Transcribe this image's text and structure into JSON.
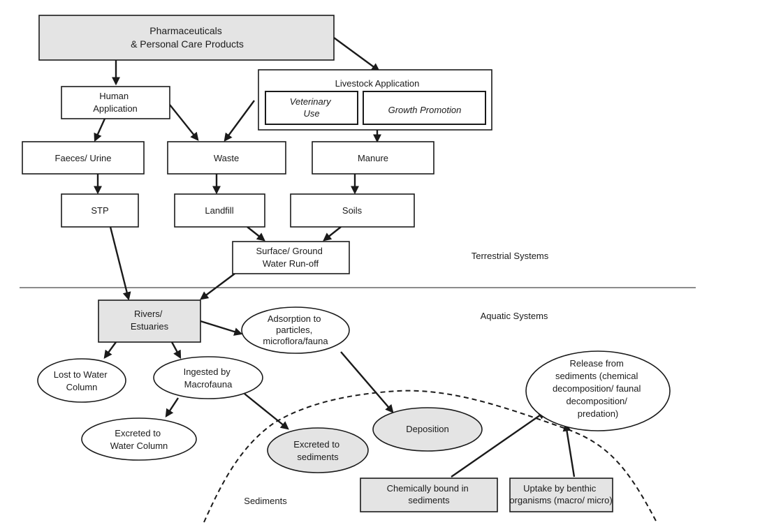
{
  "colors": {
    "ink": "#1a1a1a",
    "shaded": "#e4e4e4",
    "plain": "#ffffff"
  },
  "nodes": {
    "pharma": [
      "Pharmaceuticals",
      "& Personal Care Products"
    ],
    "human_application": [
      "Human",
      "Application"
    ],
    "livestock_application": [
      "Livestock Application"
    ],
    "veterinary_use": [
      "Veterinary",
      "Use"
    ],
    "growth_promotion": [
      "Growth Promotion"
    ],
    "faeces_urine": [
      "Faeces/ Urine"
    ],
    "waste": [
      "Waste"
    ],
    "manure": [
      "Manure"
    ],
    "stp": [
      "STP"
    ],
    "landfill": [
      "Landfill"
    ],
    "soils": [
      "Soils"
    ],
    "runoff": [
      "Surface/ Ground",
      "Water Run-off"
    ],
    "rivers": [
      "Rivers/",
      "Estuaries"
    ],
    "adsorption": [
      "Adsorption to",
      "particles,",
      "microflora/fauna"
    ],
    "lost_water": [
      "Lost to Water",
      "Column"
    ],
    "ingested": [
      "Ingested by",
      "Macrofauna"
    ],
    "excreted_water": [
      "Excreted to",
      "Water Column"
    ],
    "excreted_sediments": [
      "Excreted to",
      "sediments"
    ],
    "deposition": [
      "Deposition"
    ],
    "release": [
      "Release from",
      "sediments (chemical",
      "decomposition/ faunal",
      "decomposition/",
      "predation)"
    ],
    "chem_bound": [
      "Chemically bound in",
      "sediments"
    ],
    "uptake": [
      "Uptake by benthic",
      "organisms (macro/ micro)"
    ]
  },
  "zones": {
    "terrestrial": "Terrestrial Systems",
    "aquatic": "Aquatic Systems",
    "sediments": "Sediments"
  }
}
